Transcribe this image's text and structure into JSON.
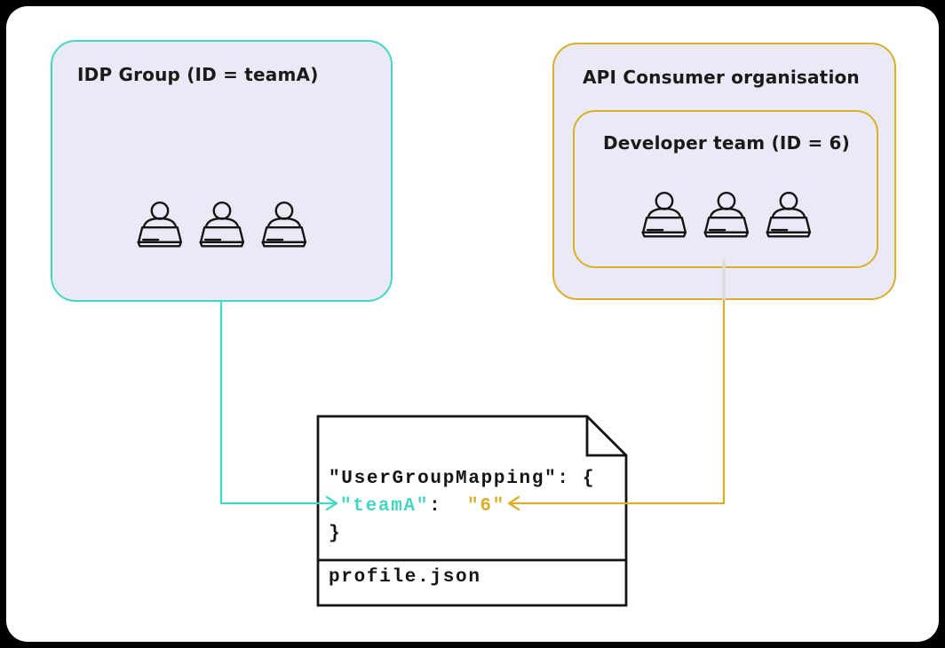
{
  "colors": {
    "teal": "#45D6C3",
    "gold": "#D8AE2A",
    "panel_bg": "#EAEAF7",
    "ink": "#141414",
    "connector_gray": "#DCDCDC",
    "page_bg": "#FFFFFF",
    "frame_bg": "#000000"
  },
  "idp_group": {
    "title": "IDP Group (ID = teamA)",
    "member_count": 3
  },
  "api_consumer_org": {
    "title": "API Consumer organisation",
    "developer_team": {
      "title": "Developer team (ID = 6)",
      "member_count": 3
    }
  },
  "profile_file": {
    "filename": "profile.json",
    "code": {
      "line1": "\"UserGroupMapping\": {",
      "key": "\"teamA\"",
      "separator": ":  ",
      "value": "\"6\"",
      "line3": "}"
    }
  },
  "icons": {
    "member": "person-at-laptop-icon",
    "file": "document-with-folded-corner-icon",
    "idp_link": "teal-arrow-right-icon",
    "team_link": "gold-arrow-left-icon"
  }
}
